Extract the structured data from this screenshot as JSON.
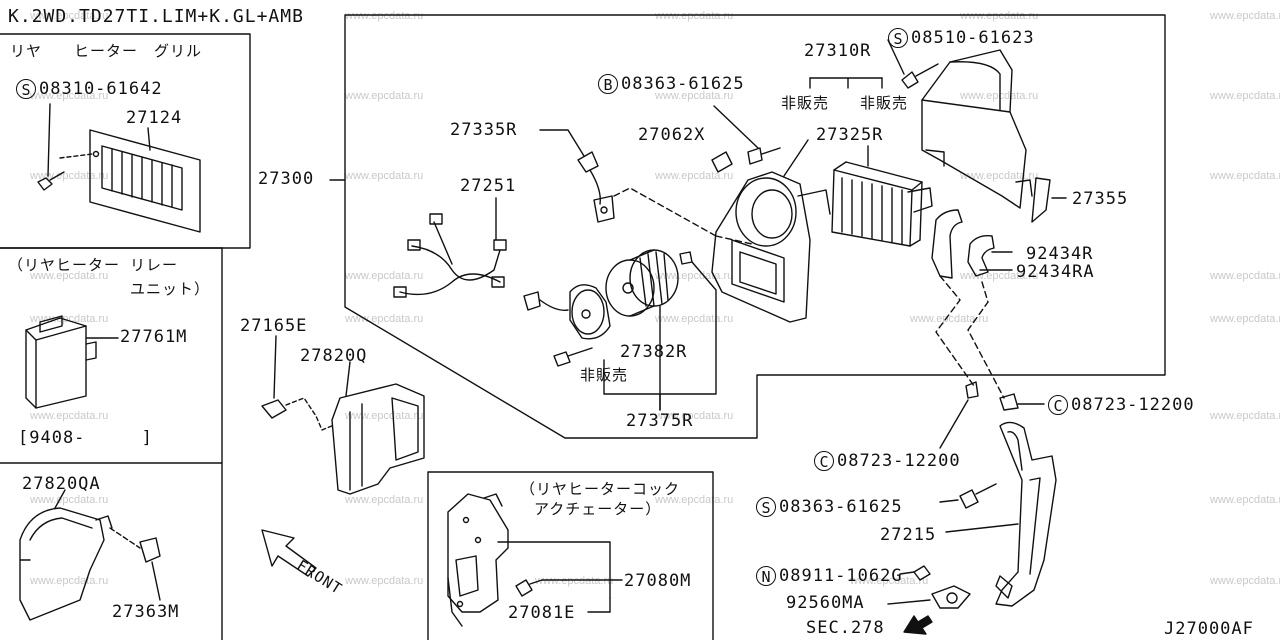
{
  "header": {
    "model_code": "K.2WD.TD27TI.LIM+K.GL+AMB",
    "section_title": "リヤ　　ヒーター　グリル"
  },
  "inset_relay": {
    "title_line1": "（リヤヒーター リレー",
    "title_line2": "ユニット）",
    "date_code": "[9408-     ]"
  },
  "inset_actuator": {
    "title_line1": "（リヤヒーターコック",
    "title_line2": "アクチェーター）"
  },
  "parts": {
    "p27124": "27124",
    "p27761m": "27761M",
    "p27820qa": "27820QA",
    "p27363m": "27363M",
    "p27165e": "27165E",
    "p27820q": "27820Q",
    "p27300": "27300",
    "p27335r": "27335R",
    "p27251": "27251",
    "p27062x": "27062X",
    "p27310r": "27310R",
    "p27325r": "27325R",
    "p27382r": "27382R",
    "p27375r": "27375R",
    "p27355": "27355",
    "p92434r": "92434R",
    "p92434ra": "92434RA",
    "p27215": "27215",
    "p92560ma": "92560MA",
    "p27080m": "27080M",
    "p27081e": "27081E"
  },
  "fasteners": {
    "f1": {
      "prefix": "S",
      "number": "08310-61642"
    },
    "f2": {
      "prefix": "B",
      "number": "08363-61625"
    },
    "f3": {
      "prefix": "S",
      "number": "08510-61623"
    },
    "f4": {
      "prefix": "C",
      "number": "08723-12200"
    },
    "f5": {
      "prefix": "C",
      "number": "08723-12200"
    },
    "f6": {
      "prefix": "S",
      "number": "08363-61625"
    },
    "f7": {
      "prefix": "N",
      "number": "08911-1062G"
    }
  },
  "notes": {
    "not_for_sale_1": "非販売",
    "not_for_sale_2": "非販売",
    "not_for_sale_3": "非販売"
  },
  "footer": {
    "front": "FRONT",
    "section_ref": "SEC.278",
    "diagram_code": "J27000AF"
  },
  "watermark": "www.epcdata.ru"
}
